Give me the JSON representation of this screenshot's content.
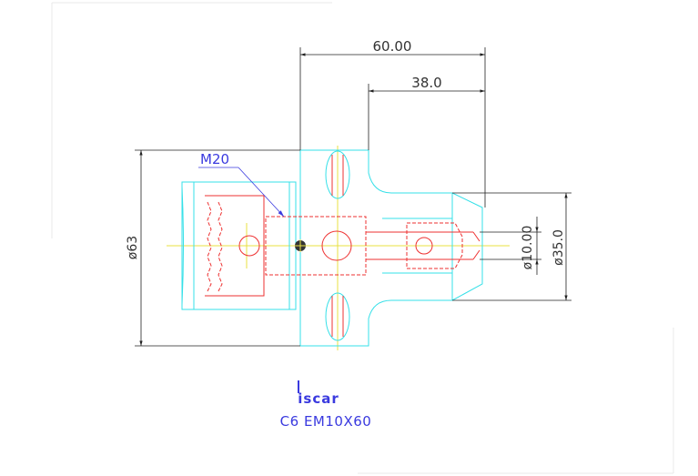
{
  "dimensions": {
    "overall_length": "60.00",
    "shank_length": "38.0",
    "body_diameter": "ø63",
    "bore_diameter": "ø10.00",
    "nose_diameter": "ø35.0"
  },
  "callouts": {
    "thread": "M20"
  },
  "title_block": {
    "logo_text": "iscar",
    "part_number": "C6 EM10X60"
  },
  "colors": {
    "outline": "#36e0e8",
    "hidden": "#ee3030",
    "centerline": "#e8e040",
    "dimension": "#222222",
    "annotation": "#3a3adf"
  }
}
